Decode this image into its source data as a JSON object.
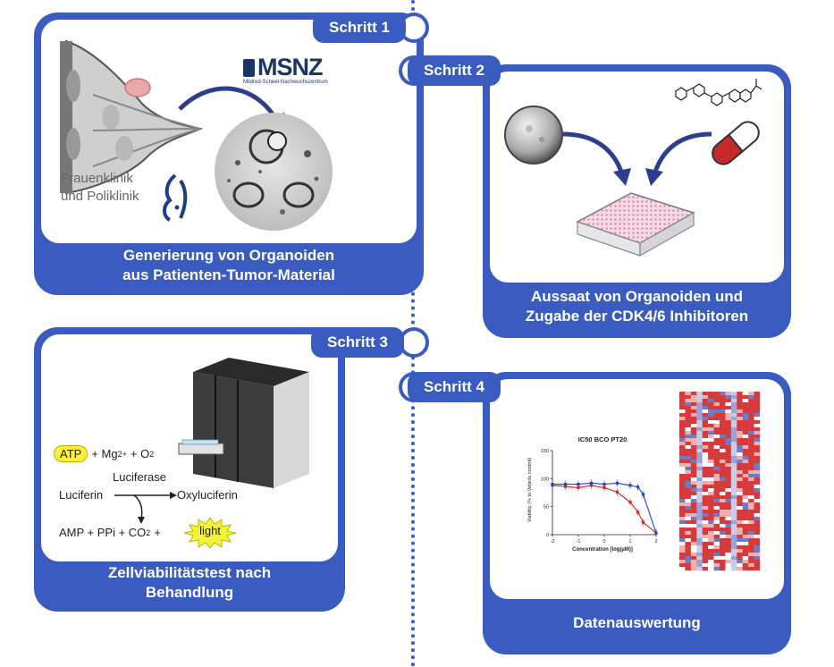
{
  "step1": {
    "tag": "Schritt 1",
    "caption_line1": "Generierung von Organoiden",
    "caption_line2": "aus Patienten-Tumor-Material",
    "logo_msnz": "MSNZ",
    "logo_msnz_sub": "Mildred-Scheel-Nachwuchszentrum",
    "clinic_line1": "Frauenklinik",
    "clinic_line2": "und Poliklinik"
  },
  "step2": {
    "tag": "Schritt 2",
    "caption_line1": "Aussaat von Organoiden und",
    "caption_line2": "Zugabe der CDK4/6 Inhibitoren"
  },
  "step3": {
    "tag": "Schritt 3",
    "caption_line1": "Zellviabilitätstest nach",
    "caption_line2": "Behandlung",
    "reaction": {
      "atp": "ATP",
      "plus_mg": "+ Mg",
      "mg_charge": "2+",
      "plus_o2": "+ O",
      "o2_sub": "2",
      "luciferase": "Luciferase",
      "luciferin": "Luciferin",
      "oxyluciferin": "Oxyluciferin",
      "products": "AMP + PPi + CO",
      "co2_sub": "2",
      "plus": "+",
      "light": "light"
    }
  },
  "step4": {
    "tag": "Schritt 4",
    "caption": "Datenauswertung"
  },
  "colors": {
    "brand_blue": "#3a5cc0",
    "atp_yellow": "#ffef3a",
    "light_yellow": "#f2f23a",
    "pill_red": "#c8282a",
    "series_red": "#e02020",
    "series_blue": "#2a3fd0"
  },
  "chart_data": {
    "type": "line",
    "title": "IC50 BCO PT20",
    "xlabel": "Concentration [log(µM)]",
    "ylabel": "Viability (% to Vehicle control)",
    "xlim": [
      -2,
      2
    ],
    "ylim": [
      0,
      150
    ],
    "xticks": [
      "-2",
      "-1",
      "0",
      "1",
      "2"
    ],
    "yticks": [
      "0",
      "50",
      "100",
      "150"
    ],
    "series": [
      {
        "color": "#e02020",
        "x": [
          -2,
          -1.5,
          -1,
          -0.5,
          0,
          0.5,
          1,
          1.3,
          1.5,
          2
        ],
        "y": [
          88,
          86,
          84,
          88,
          84,
          76,
          58,
          40,
          22,
          3
        ]
      },
      {
        "color": "#2a3fd0",
        "x": [
          -2,
          -1.5,
          -1,
          -0.5,
          0,
          0.5,
          1,
          1.3,
          1.5,
          2
        ],
        "y": [
          90,
          90,
          90,
          92,
          90,
          92,
          88,
          85,
          72,
          3
        ]
      }
    ]
  }
}
